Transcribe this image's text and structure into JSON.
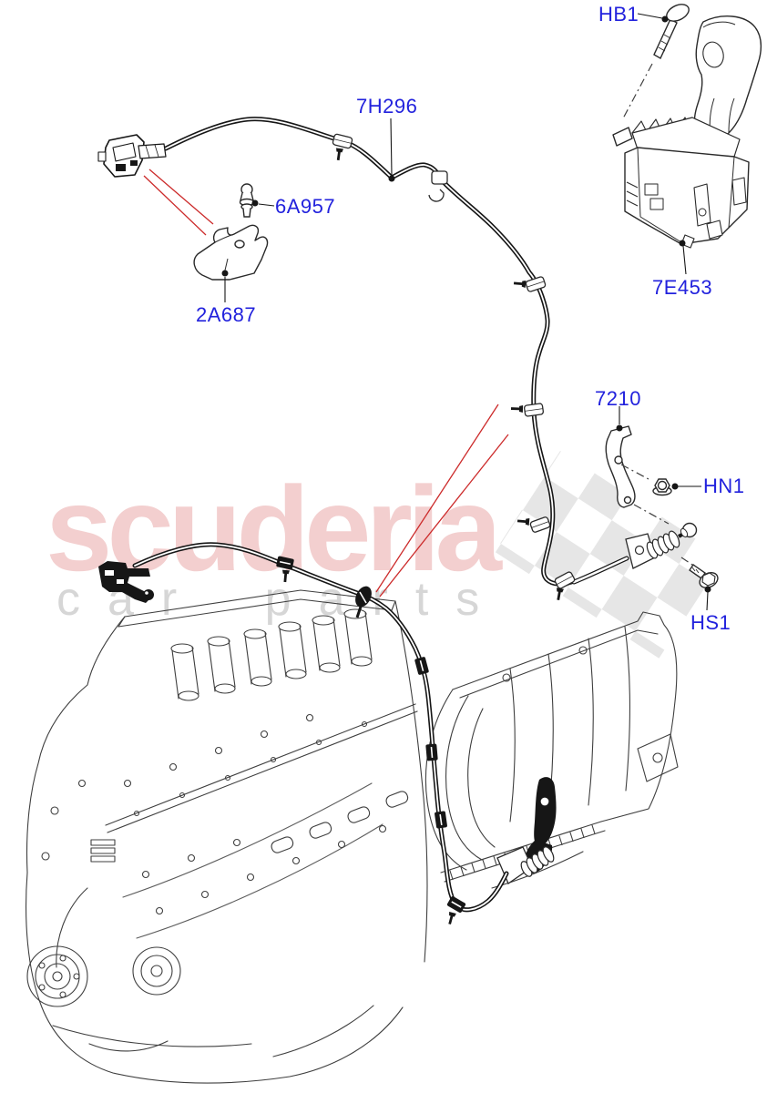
{
  "watermark": {
    "brand": "scuderia",
    "subtitle": "car parts",
    "brand_color": "#d96a6a",
    "subtitle_color": "#828282",
    "checker_color": "#e6e6e6"
  },
  "colors": {
    "part_label": "#2222dd",
    "red_callout_line": "#cc2a2a",
    "line_art": "#3f3f3f",
    "solid_parts": "#161616"
  },
  "labels": {
    "hb1": "HB1",
    "h7296": "7H296",
    "a6957": "6A957",
    "a2687": "2A687",
    "e7453": "7E453",
    "p7210": "7210",
    "hn1": "HN1",
    "hs1": "HS1"
  }
}
